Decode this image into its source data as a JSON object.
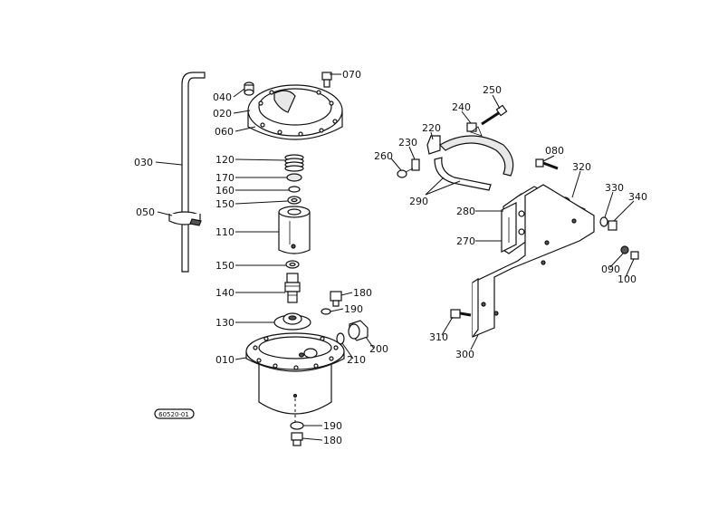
{
  "diagram": {
    "stamp": "60520-01",
    "labels": [
      {
        "id": "070",
        "text": "070"
      },
      {
        "id": "040",
        "text": "040"
      },
      {
        "id": "020",
        "text": "020"
      },
      {
        "id": "060",
        "text": "060"
      },
      {
        "id": "030",
        "text": "030"
      },
      {
        "id": "120",
        "text": "120"
      },
      {
        "id": "170",
        "text": "170"
      },
      {
        "id": "160",
        "text": "160"
      },
      {
        "id": "150a",
        "text": "150"
      },
      {
        "id": "050",
        "text": "050"
      },
      {
        "id": "110",
        "text": "110"
      },
      {
        "id": "150b",
        "text": "150"
      },
      {
        "id": "140",
        "text": "140"
      },
      {
        "id": "180a",
        "text": "180"
      },
      {
        "id": "190a",
        "text": "190"
      },
      {
        "id": "130",
        "text": "130"
      },
      {
        "id": "200",
        "text": "200"
      },
      {
        "id": "010",
        "text": "010"
      },
      {
        "id": "210",
        "text": "210"
      },
      {
        "id": "190b",
        "text": "190"
      },
      {
        "id": "180b",
        "text": "180"
      },
      {
        "id": "250",
        "text": "250"
      },
      {
        "id": "240",
        "text": "240"
      },
      {
        "id": "220",
        "text": "220"
      },
      {
        "id": "230",
        "text": "230"
      },
      {
        "id": "260",
        "text": "260"
      },
      {
        "id": "080",
        "text": "080"
      },
      {
        "id": "320",
        "text": "320"
      },
      {
        "id": "290",
        "text": "290"
      },
      {
        "id": "330",
        "text": "330"
      },
      {
        "id": "340",
        "text": "340"
      },
      {
        "id": "280",
        "text": "280"
      },
      {
        "id": "270",
        "text": "270"
      },
      {
        "id": "090",
        "text": "090"
      },
      {
        "id": "100",
        "text": "100"
      },
      {
        "id": "310",
        "text": "310"
      },
      {
        "id": "300",
        "text": "300"
      }
    ]
  }
}
